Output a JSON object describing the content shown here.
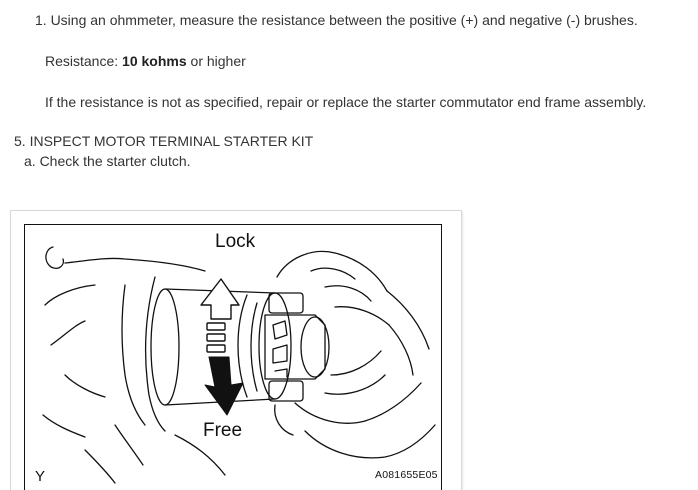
{
  "steps": {
    "step1_text": "1. Using an ohmmeter, measure the resistance between the positive (+) and negative (-) brushes.",
    "resistance_label": "Resistance: ",
    "resistance_value": "10 kohms",
    "resistance_suffix": " or higher",
    "if_not_text": "If the resistance is not as specified, repair or replace the starter commutator end frame assembly."
  },
  "section5": {
    "heading": "5. INSPECT MOTOR TERMINAL STARTER KIT",
    "sub_a": "a. Check the starter clutch."
  },
  "figure": {
    "label_lock": "Lock",
    "label_free": "Free",
    "label_y": "Y",
    "figure_code": "A081655E05"
  }
}
